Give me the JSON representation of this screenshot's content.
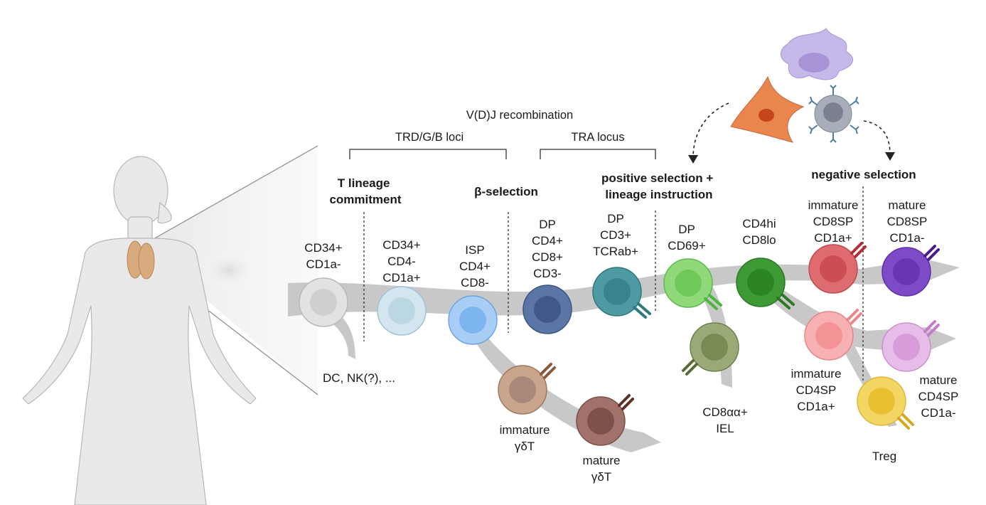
{
  "recombination": {
    "title": "V(D)J recombination",
    "trdgb": "TRD/G/B loci",
    "tra": "TRA locus"
  },
  "stages": {
    "commitment": [
      "T lineage",
      "commitment"
    ],
    "beta": "β-selection",
    "positive": [
      "positive selection +",
      "lineage instruction"
    ],
    "negative": "negative selection"
  },
  "cells": {
    "c1": [
      "CD34+",
      "CD1a-"
    ],
    "c2": [
      "CD34+",
      "CD4-",
      "CD1a+"
    ],
    "c3": [
      "ISP",
      "CD4+",
      "CD8-"
    ],
    "c4": [
      "DP",
      "CD4+",
      "CD8+",
      "CD3-"
    ],
    "c5": [
      "DP",
      "CD3+",
      "TCRab+"
    ],
    "c6": [
      "DP",
      "CD69+"
    ],
    "c7": [
      "CD4hi",
      "CD8lo"
    ],
    "c8": [
      "immature",
      "CD8SP",
      "CD1a+"
    ],
    "c9": [
      "mature",
      "CD8SP",
      "CD1a-"
    ],
    "c10": [
      "immature",
      "CD4SP",
      "CD1a+"
    ],
    "c11": [
      "mature",
      "CD4SP",
      "CD1a-"
    ],
    "dc": "DC, NK(?), ...",
    "gd1": [
      "immature",
      "γδT"
    ],
    "gd2": [
      "mature",
      "γδT"
    ],
    "iel": [
      "CD8αα+",
      "IEL"
    ],
    "treg": "Treg"
  },
  "colors": {
    "path": "#c8c8c8",
    "c1": "#e2e2e2",
    "c2": "#d3e5ee",
    "c3": "#a9cef6",
    "c4": "#5a75a6",
    "c5": "#4d9aa3",
    "c6": "#8fd97a",
    "c7": "#3e9a35",
    "c8": "#de6b6f",
    "c9": "#7e4bc8",
    "c10": "#f7b1b3",
    "c11": "#e6bde8",
    "gd1": "#c9a68b",
    "gd2": "#a1726a",
    "iel": "#9aaa76",
    "treg": "#f3d563"
  }
}
